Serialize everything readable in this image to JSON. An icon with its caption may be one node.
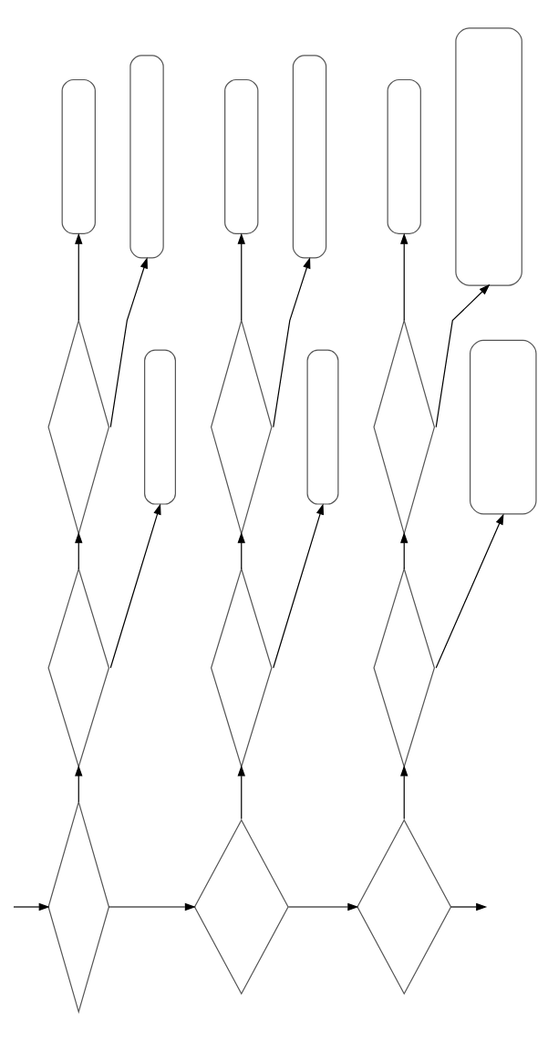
{
  "diagram": {
    "nodes": [
      {
        "text": [],
        "shape": "capsule"
      },
      {
        "text": [],
        "shape": "capsule"
      },
      {
        "text": [],
        "shape": "capsule"
      },
      {
        "text": [],
        "shape": "capsule"
      },
      {
        "text": [],
        "shape": "capsule"
      },
      {
        "text": [],
        "shape": "capsule"
      },
      {
        "text": [],
        "shape": "diamond"
      },
      {
        "text": [],
        "shape": "diamond"
      },
      {
        "text": [],
        "shape": "diamond"
      },
      {
        "text": [],
        "shape": "capsule"
      },
      {
        "text": [],
        "shape": "capsule"
      },
      {
        "text": [],
        "shape": "capsule"
      },
      {
        "text": [],
        "shape": "diamond"
      },
      {
        "text": [],
        "shape": "diamond"
      },
      {
        "text": [],
        "shape": "diamond"
      },
      {
        "text": [],
        "shape": "diamond"
      },
      {
        "text": [],
        "shape": "diamond"
      },
      {
        "text": [],
        "shape": "diamond"
      }
    ],
    "edges": [
      {
        "from": null,
        "to": 15,
        "arrow": "to"
      },
      {
        "from": 15,
        "to": 16,
        "arrow": "to"
      },
      {
        "from": 16,
        "to": 17,
        "arrow": "to"
      },
      {
        "from": 17,
        "to": null,
        "arrow": "to"
      },
      {
        "from": 15,
        "to": 12,
        "arrow": "to"
      },
      {
        "from": 16,
        "to": 13,
        "arrow": "to"
      },
      {
        "from": 17,
        "to": 14,
        "arrow": "to"
      },
      {
        "from": 12,
        "to": 6,
        "arrow": "to"
      },
      {
        "from": 13,
        "to": 7,
        "arrow": "to"
      },
      {
        "from": 14,
        "to": 8,
        "arrow": "to"
      },
      {
        "from": 12,
        "to": 9,
        "arrow": "to"
      },
      {
        "from": 13,
        "to": 10,
        "arrow": "to"
      },
      {
        "from": 14,
        "to": 11,
        "arrow": "to"
      },
      {
        "from": 6,
        "to": 0,
        "arrow": "to"
      },
      {
        "from": 7,
        "to": 2,
        "arrow": "to"
      },
      {
        "from": 8,
        "to": 4,
        "arrow": "to"
      },
      {
        "from": 6,
        "to": 1,
        "arrow": "to"
      },
      {
        "from": 7,
        "to": 3,
        "arrow": "to"
      },
      {
        "from": 8,
        "to": 5,
        "arrow": "to"
      }
    ]
  }
}
